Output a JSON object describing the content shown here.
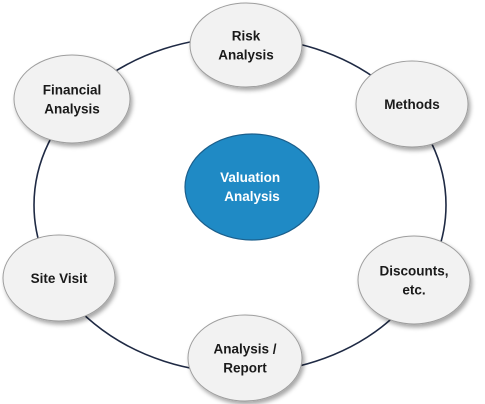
{
  "center": {
    "lines": [
      "Valuation",
      "Analysis"
    ],
    "fill": "#1f8ac5",
    "stroke": "#1b5f8c"
  },
  "nodes": [
    {
      "id": "risk-analysis",
      "lines": [
        "Risk",
        "Analysis"
      ]
    },
    {
      "id": "methods",
      "lines": [
        "Methods"
      ]
    },
    {
      "id": "discounts",
      "lines": [
        "Discounts,",
        "etc."
      ]
    },
    {
      "id": "analysis-report",
      "lines": [
        "Analysis  /",
        "Report"
      ]
    },
    {
      "id": "site-visit",
      "lines": [
        "Site Visit"
      ]
    },
    {
      "id": "financial-analysis",
      "lines": [
        "Financial",
        "Analysis"
      ]
    }
  ],
  "colors": {
    "ring": "#1f2a44",
    "node_fill": "#f2f2f2",
    "node_stroke": "#9e9e9e"
  }
}
